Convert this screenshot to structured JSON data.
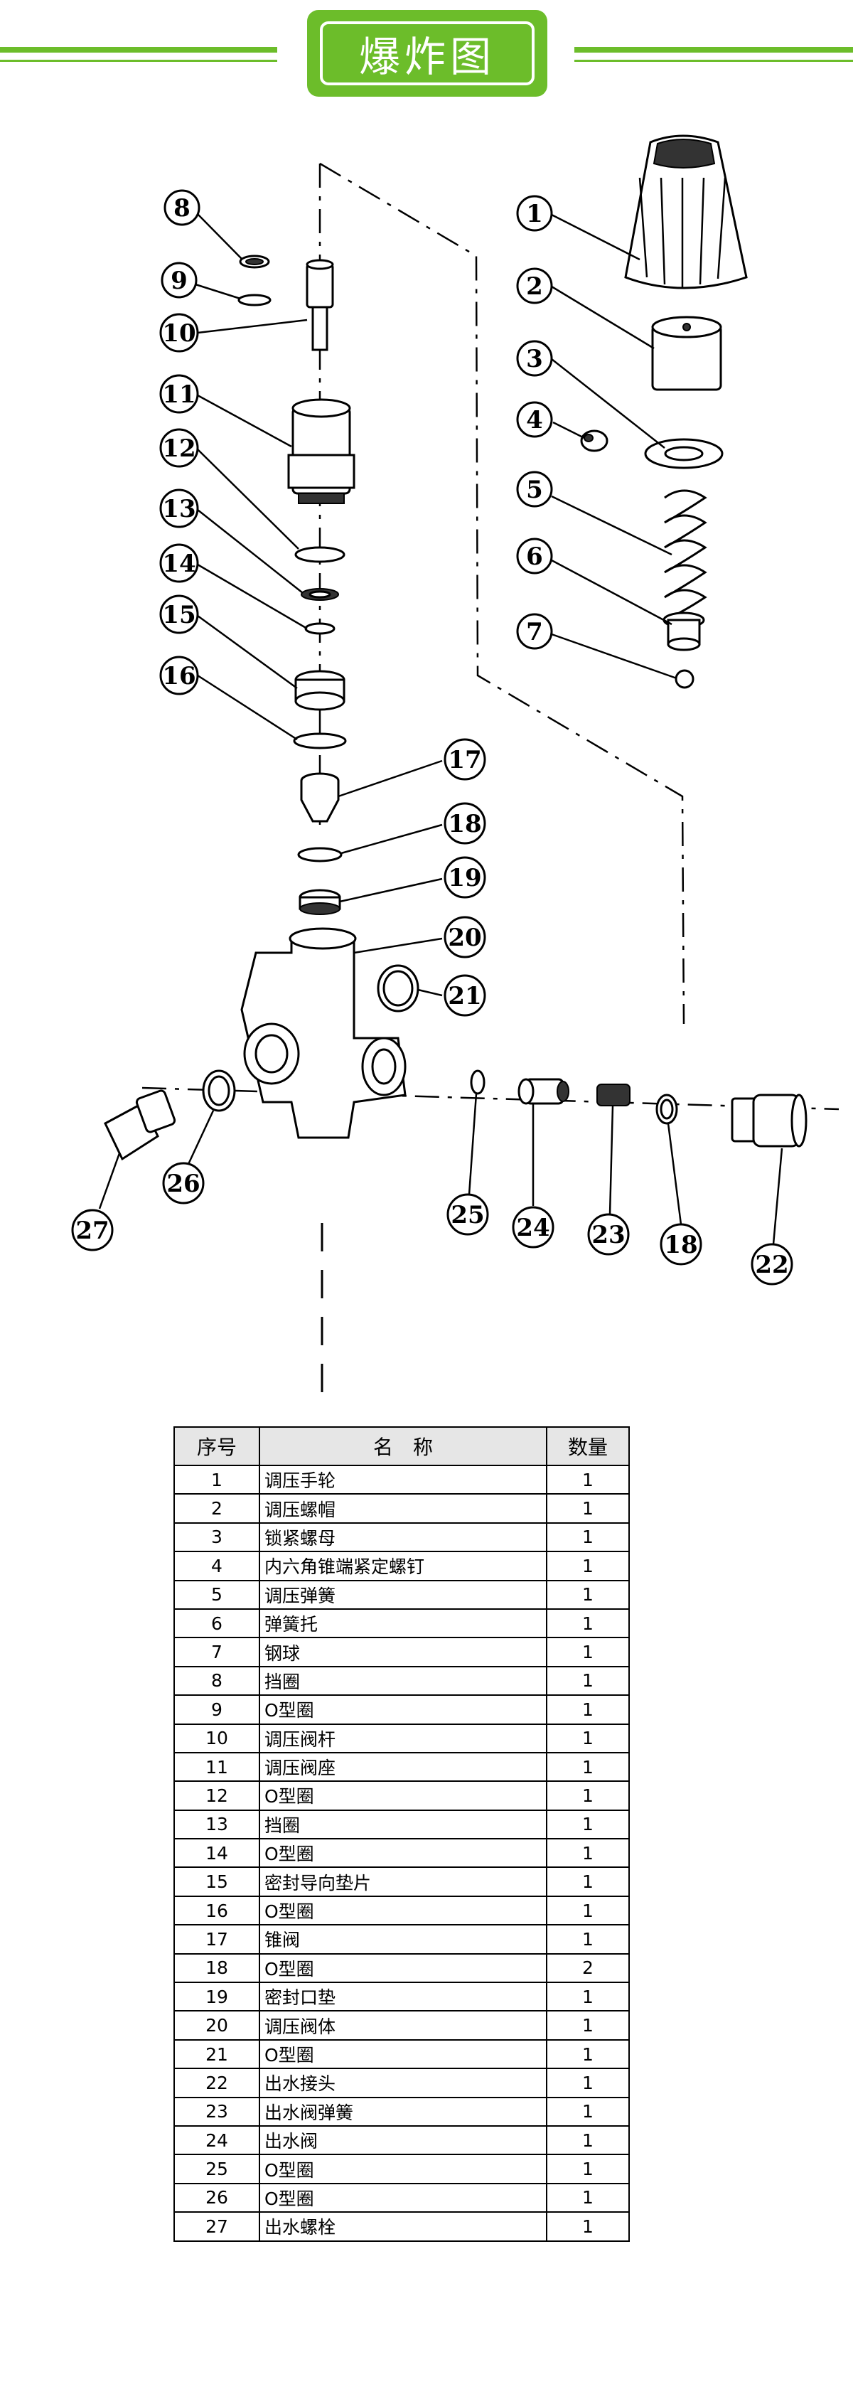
{
  "header": {
    "title": "爆炸图"
  },
  "diagram": {
    "callouts": [
      "1",
      "2",
      "3",
      "4",
      "5",
      "6",
      "7",
      "8",
      "9",
      "10",
      "11",
      "12",
      "13",
      "14",
      "15",
      "16",
      "17",
      "18",
      "19",
      "20",
      "21",
      "22",
      "23",
      "24",
      "25",
      "26",
      "27",
      "18"
    ]
  },
  "table": {
    "headers": [
      "序号",
      "名　称",
      "数量"
    ],
    "rows": [
      {
        "no": "1",
        "name": "调压手轮",
        "qty": "1"
      },
      {
        "no": "2",
        "name": "调压螺帽",
        "qty": "1"
      },
      {
        "no": "3",
        "name": "锁紧螺母",
        "qty": "1"
      },
      {
        "no": "4",
        "name": "内六角锥端紧定螺钉",
        "qty": "1"
      },
      {
        "no": "5",
        "name": "调压弹簧",
        "qty": "1"
      },
      {
        "no": "6",
        "name": "弹簧托",
        "qty": "1"
      },
      {
        "no": "7",
        "name": "钢球",
        "qty": "1"
      },
      {
        "no": "8",
        "name": "挡圈",
        "qty": "1"
      },
      {
        "no": "9",
        "name": "O型圈",
        "qty": "1"
      },
      {
        "no": "10",
        "name": "调压阀杆",
        "qty": "1"
      },
      {
        "no": "11",
        "name": "调压阀座",
        "qty": "1"
      },
      {
        "no": "12",
        "name": "O型圈",
        "qty": "1"
      },
      {
        "no": "13",
        "name": "挡圈",
        "qty": "1"
      },
      {
        "no": "14",
        "name": "O型圈",
        "qty": "1"
      },
      {
        "no": "15",
        "name": "密封导向垫片",
        "qty": "1"
      },
      {
        "no": "16",
        "name": "O型圈",
        "qty": "1"
      },
      {
        "no": "17",
        "name": "锥阀",
        "qty": "1"
      },
      {
        "no": "18",
        "name": "O型圈",
        "qty": "2"
      },
      {
        "no": "19",
        "name": "密封口垫",
        "qty": "1"
      },
      {
        "no": "20",
        "name": "调压阀体",
        "qty": "1"
      },
      {
        "no": "21",
        "name": "O型圈",
        "qty": "1"
      },
      {
        "no": "22",
        "name": "出水接头",
        "qty": "1"
      },
      {
        "no": "23",
        "name": "出水阀弹簧",
        "qty": "1"
      },
      {
        "no": "24",
        "name": "出水阀",
        "qty": "1"
      },
      {
        "no": "25",
        "name": "O型圈",
        "qty": "1"
      },
      {
        "no": "26",
        "name": "O型圈",
        "qty": "1"
      },
      {
        "no": "27",
        "name": "出水螺栓",
        "qty": "1"
      }
    ]
  }
}
